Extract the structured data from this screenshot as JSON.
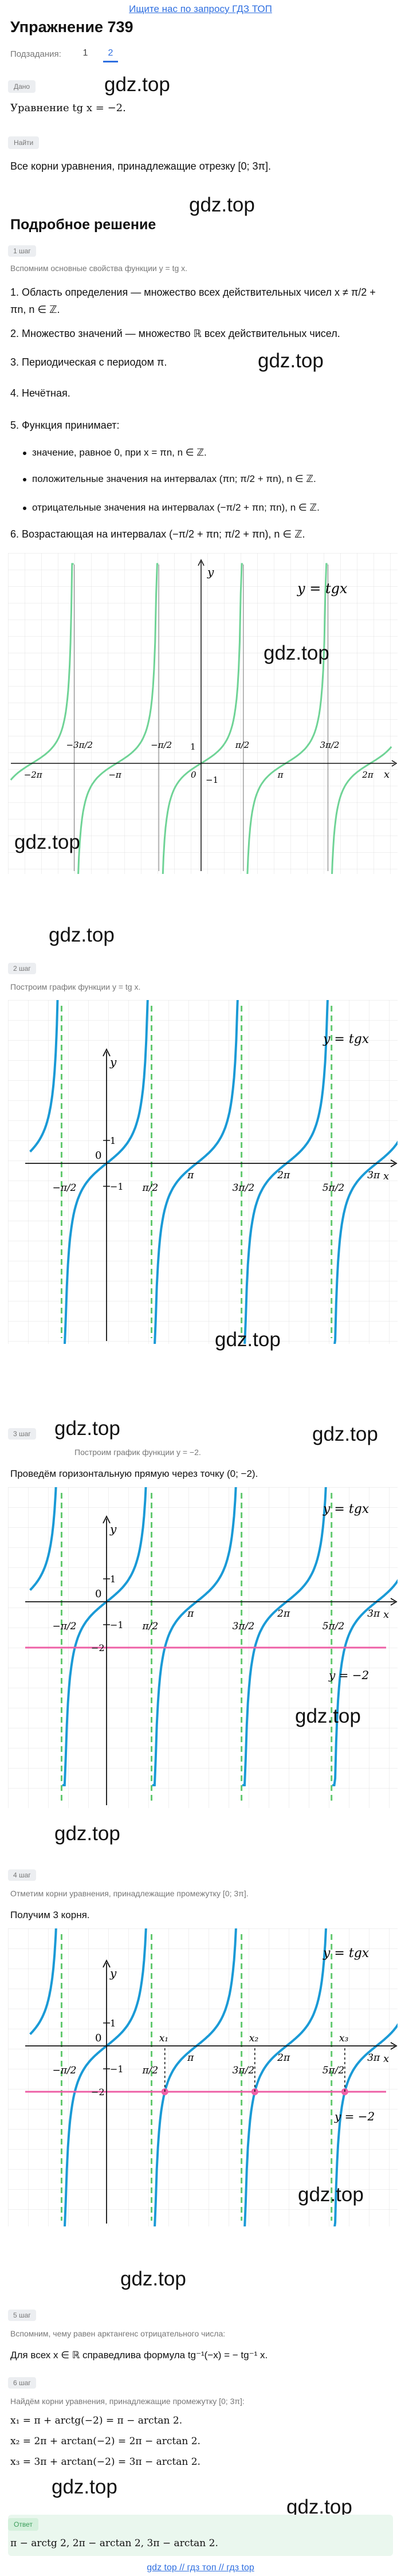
{
  "banner": "Ищите нас по запросу ГДЗ ТОП",
  "title": "Упражнение 739",
  "subtasks_label": "Подзадания:",
  "subtasks": [
    "1",
    "2"
  ],
  "watermark": "gdz.top",
  "given_label": "Дано",
  "given_text": "Уравнение tg x = −2.",
  "find_label": "Найти",
  "find_text": "Все корни уравнения, принадлежащие отрезку [0; 3π].",
  "detailed_title": "Подробное решение",
  "steps": [
    {
      "label": "1 шаг",
      "intro": "Вспомним основные свойства функции y = tg x."
    },
    {
      "label": "2 шаг",
      "intro": "Построим график функции y = tg x."
    },
    {
      "label": "3 шаг",
      "intro": "Построим график функции y = −2."
    },
    {
      "label": "4 шаг",
      "intro": "Отметим корни уравнения, принадлежащие промежутку [0; 3π]."
    },
    {
      "label": "5 шаг",
      "intro": "Вспомним, чему равен арктангенс отрицательного числа:"
    },
    {
      "label": "6 шаг",
      "intro": "Найдём корни уравнения, принадлежащие промежутку [0; 3π]:"
    }
  ],
  "props": {
    "p1": "1. Область определения — множество всех действительных чисел x ≠ π/2 + πn, n ∈ ℤ.",
    "p2": "2. Множество значений — множество ℝ всех действительных чисел.",
    "p3": "3. Периодическая с периодом π.",
    "p4": "4. Нечётная.",
    "p5": "5. Функция принимает:",
    "b1": "значение, равное 0, при x = πn, n ∈ ℤ.",
    "b2": "положительные значения на интервалах (πn; π/2 + πn), n ∈ ℤ.",
    "b3": "отрицательные значения на интервалах (−π/2 + πn; πn), n ∈ ℤ.",
    "p6": "6. Возрастающая на интервалах (−π/2 + πn; π/2 + πn), n ∈ ℤ."
  },
  "step3_line": "Проведём горизонтальную прямую через точку (0; −2).",
  "step4_count": "Получим 3 корня.",
  "step5_formula": "Для всех x ∈ ℝ справедлива формула tg⁻¹(−x) = − tg⁻¹ x.",
  "roots": [
    "x₁ = π + arctg(−2) = π − arctan 2.",
    "x₂ = 2π + arctan(−2) = 2π − arctan 2.",
    "x₃ = 3π + arctan(−2) = 3π − arctan 2."
  ],
  "answer_label": "Ответ",
  "answer_text": "π − arctg 2, 2π − arctan 2, 3π − arctan 2.",
  "footer": "gdz top // гдз топ // гдз top",
  "graph1": {
    "curve_label": "y = tgx",
    "x_labels": [
      "−2π",
      "−3π/2",
      "−π",
      "−π/2",
      "0",
      "π/2",
      "π",
      "3π/2",
      "2π",
      "x"
    ],
    "y_labels": [
      "y",
      "1",
      "−1"
    ]
  },
  "graph_common": {
    "curve_label": "y = tgx",
    "x_labels": [
      "−π/2",
      "0",
      "π/2",
      "π",
      "3π/2",
      "2π",
      "5π/2",
      "3π",
      "x"
    ],
    "y_labels": [
      "y",
      "1",
      "−1"
    ]
  },
  "graph3": {
    "line_label": "y = −2",
    "y_label_neg2": "−2"
  },
  "graph4": {
    "root_labels": [
      "x₁",
      "x₂",
      "x₃"
    ]
  },
  "colors": {
    "accent": "#2f6fe0",
    "curve1": "#6fd396",
    "curve": "#1a9ad6",
    "asymptote": "#62c96f",
    "line": "#ee5fa6"
  }
}
